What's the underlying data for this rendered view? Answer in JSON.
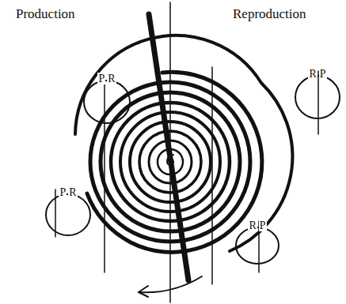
{
  "diagram": {
    "nodes": [
      {
        "text": [
          "P",
          "R"
        ]
      },
      {
        "text": [
          "R",
          "P"
        ]
      },
      {
        "text": [
          "P",
          "R"
        ]
      },
      {
        "text": [
          "R",
          "P"
        ]
      }
    ],
    "labels": [
      "Production",
      "Reproduction"
    ]
  }
}
